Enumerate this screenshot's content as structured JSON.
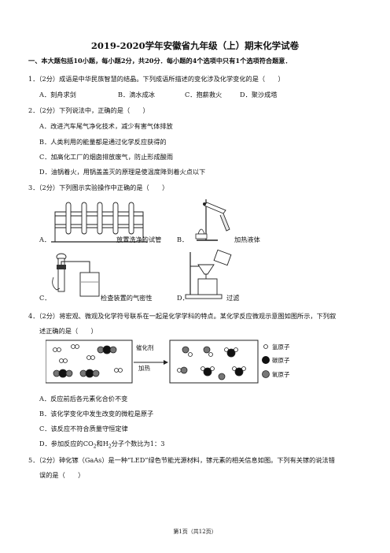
{
  "doc": {
    "title": "2019-2020学年安徽省九年级（上）期末化学试卷",
    "section": "一、本大题包括10小题，每小题2分，共20分．每小题的4个选项中只有1个选项符合题意．",
    "footer": "第1页（共12页）"
  },
  "q1": {
    "stem": "1．（2分）成语是中华民族智慧的结晶。下列成语所描述的变化涉及化学变化的是（　　）",
    "options": [
      "A．刻舟求剑",
      "B．滴水成冰",
      "C．抱薪救火",
      "D．聚沙成塔"
    ]
  },
  "q2": {
    "stem": "2．（2分）下列说法中，正确的是（　　）",
    "options": [
      "A．改进汽车尾气净化技术，减少有害气体排放",
      "B．人类利用的能量都是通过化学反应获得的",
      "C．加高化工厂的烟囱排放废气，防止形成酸雨",
      "D．油锅着火，用锅盖盖灭的原理是使温度降到着火点以下"
    ]
  },
  "q3": {
    "stem": "3．（2分）下列图示实验操作中正确的是（　　）",
    "options": [
      {
        "letter": "A．",
        "caption": "放置洗净的试管"
      },
      {
        "letter": "B．",
        "caption": "加热液体"
      },
      {
        "letter": "C．",
        "caption": "检查装置的气密性"
      },
      {
        "letter": "D．",
        "caption": "过滤"
      }
    ]
  },
  "q4": {
    "stem_line1": "4．（2分）将宏观、微观及化学符号联系在一起是化学学科的特点。某化学反应微观示意图如图所示，下列叙",
    "stem_line2": "述正确的是（　　）",
    "arrow_label_1": "催化剂",
    "arrow_label_2": "加热",
    "legend": [
      "氢原子",
      "碳原子",
      "氧原子"
    ],
    "options": [
      "A．反应前后各元素化合价不变",
      "B．该化学变化中发生改变的微粒是原子",
      "C．该反应不符合质量守恒定律"
    ],
    "option_d_prefix": "D．参加反应的",
    "option_d_co2": "CO",
    "option_d_co2_sub": "2",
    "option_d_and": "和",
    "option_d_h2": "H",
    "option_d_h2_sub": "2",
    "option_d_suffix": "分子个数比为1：3"
  },
  "q5": {
    "stem_line1": "5．（2分）砷化镓（GaAs）是一种“LED”绿色节能光源材料，镓元素的相关信息如图。下列有关镓的说法错",
    "stem_line2": "误的是（　　）"
  }
}
